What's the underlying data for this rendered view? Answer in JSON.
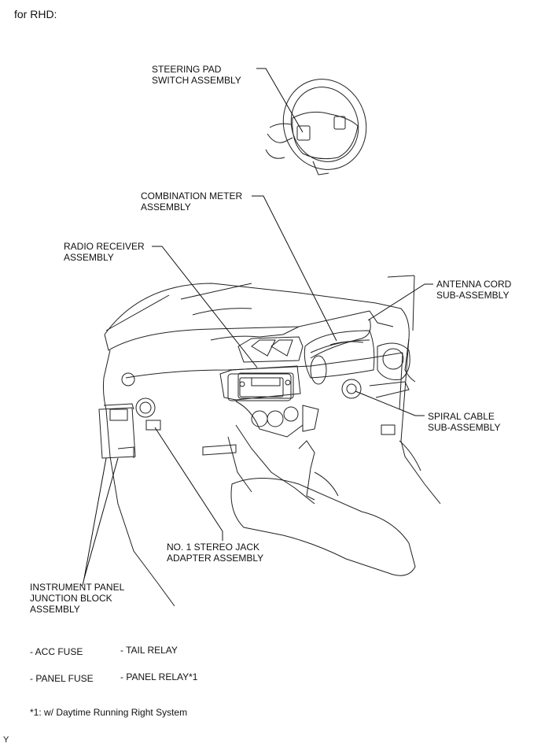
{
  "header": {
    "title": "for RHD:"
  },
  "labels": {
    "steering_pad": "STEERING PAD\nSWITCH ASSEMBLY",
    "combination_meter": "COMBINATION METER\nASSEMBLY",
    "radio_receiver": "RADIO RECEIVER\nASSEMBLY",
    "antenna_cord": "ANTENNA CORD\nSUB-ASSEMBLY",
    "spiral_cable": "SPIRAL CABLE\nSUB-ASSEMBLY",
    "stereo_jack": "NO. 1 STEREO JACK\nADAPTER ASSEMBLY",
    "junction_block": "INSTRUMENT PANEL\nJUNCTION BLOCK\nASSEMBLY"
  },
  "components": {
    "acc_fuse": "- ACC FUSE",
    "tail_relay": "- TAIL RELAY",
    "panel_fuse": "- PANEL FUSE",
    "panel_relay": "- PANEL RELAY*1"
  },
  "footnote": "*1: w/ Daytime Running Right System",
  "corner_mark": "Y"
}
